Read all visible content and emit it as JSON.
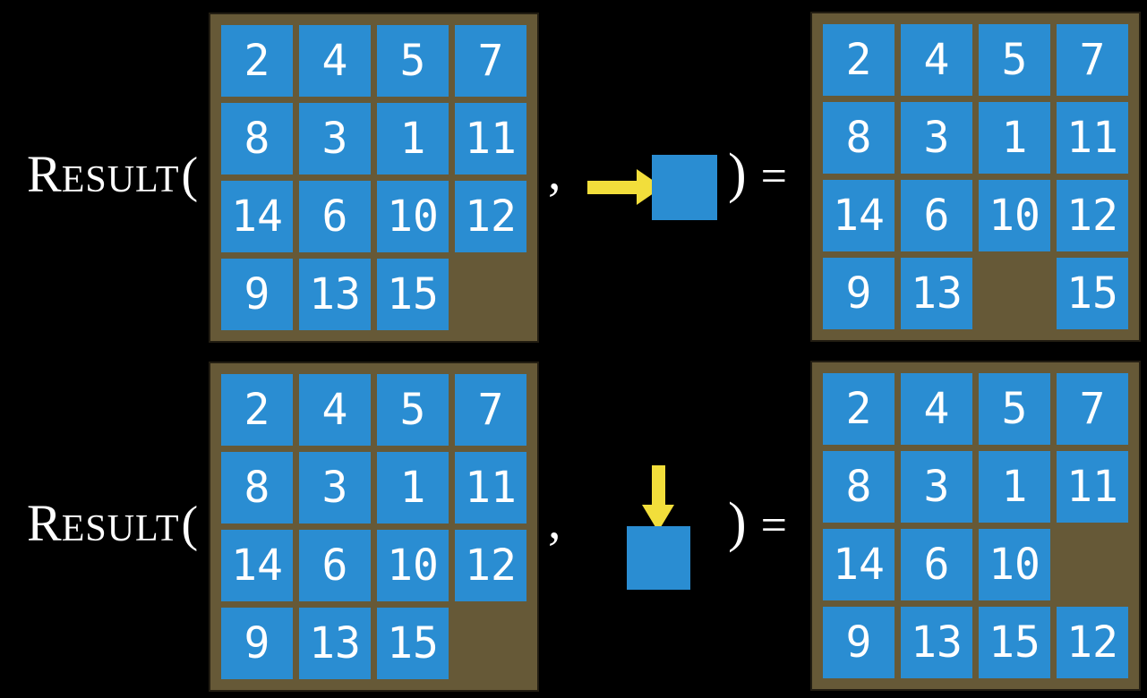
{
  "colors": {
    "background": "#000000",
    "tile_blue": "#2A8DD2",
    "frame_brown": "#665937",
    "arrow_yellow": "#F2DE3B",
    "text_white": "#FFFFFF"
  },
  "function_rows": [
    {
      "name_initial": "R",
      "name_rest": "ESULT",
      "open_paren": "(",
      "comma": ",",
      "close_paren": ")",
      "equals_sign": "=",
      "action": {
        "name": "slide-tile-right",
        "direction": "right"
      },
      "input_board": [
        [
          "2",
          "4",
          "5",
          "7"
        ],
        [
          "8",
          "3",
          "1",
          "11"
        ],
        [
          "14",
          "6",
          "10",
          "12"
        ],
        [
          "9",
          "13",
          "15",
          ""
        ]
      ],
      "result_board": [
        [
          "2",
          "4",
          "5",
          "7"
        ],
        [
          "8",
          "3",
          "1",
          "11"
        ],
        [
          "14",
          "6",
          "10",
          "12"
        ],
        [
          "9",
          "13",
          "",
          "15"
        ]
      ]
    },
    {
      "name_initial": "R",
      "name_rest": "ESULT",
      "open_paren": "(",
      "comma": ",",
      "close_paren": ")",
      "equals_sign": "=",
      "action": {
        "name": "slide-tile-down",
        "direction": "down"
      },
      "input_board": [
        [
          "2",
          "4",
          "5",
          "7"
        ],
        [
          "8",
          "3",
          "1",
          "11"
        ],
        [
          "14",
          "6",
          "10",
          "12"
        ],
        [
          "9",
          "13",
          "15",
          ""
        ]
      ],
      "result_board": [
        [
          "2",
          "4",
          "5",
          "7"
        ],
        [
          "8",
          "3",
          "1",
          "11"
        ],
        [
          "14",
          "6",
          "10",
          ""
        ],
        [
          "9",
          "13",
          "15",
          "12"
        ]
      ]
    }
  ]
}
